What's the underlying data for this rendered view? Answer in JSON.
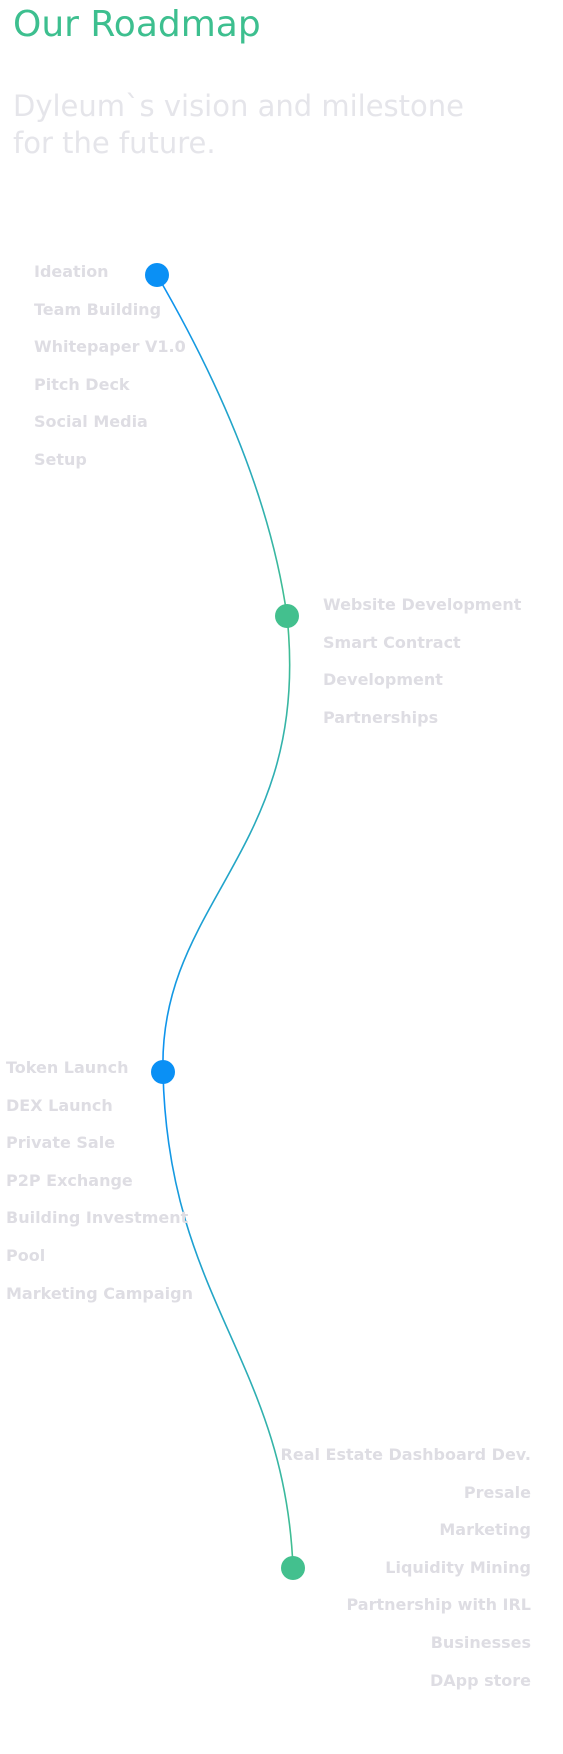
{
  "header": {
    "title": "Our Roadmap",
    "subtitle_line1": "Dyleum`s vision and milestone",
    "subtitle_line2": "for the future."
  },
  "colors": {
    "title": "#3dbf8f",
    "subtitle": "#e5e5ea",
    "milestone_text": "#dedde3",
    "dot_blue": "#0a90f5",
    "dot_green": "#43c08e",
    "path_gradient_start": "#0a90f5",
    "path_gradient_end": "#43c08e"
  },
  "milestones": [
    {
      "dot_color": "blue",
      "items": [
        "Ideation",
        "Team Building",
        "Whitepaper V1.0",
        "Pitch Deck",
        "Social Media",
        "Setup"
      ]
    },
    {
      "dot_color": "green",
      "items": [
        "Website Development",
        "Smart Contract",
        "Development",
        "Partnerships"
      ]
    },
    {
      "dot_color": "blue",
      "items": [
        "Token Launch",
        "DEX Launch",
        "Private Sale",
        "P2P Exchange",
        "Building Investment",
        "Pool",
        "Marketing Campaign"
      ]
    },
    {
      "dot_color": "green",
      "items": [
        "Real Estate Dashboard Dev.",
        "Presale",
        "Marketing",
        "Liquidity Mining",
        "Partnership with IRL",
        "Businesses",
        "DApp store"
      ]
    }
  ]
}
